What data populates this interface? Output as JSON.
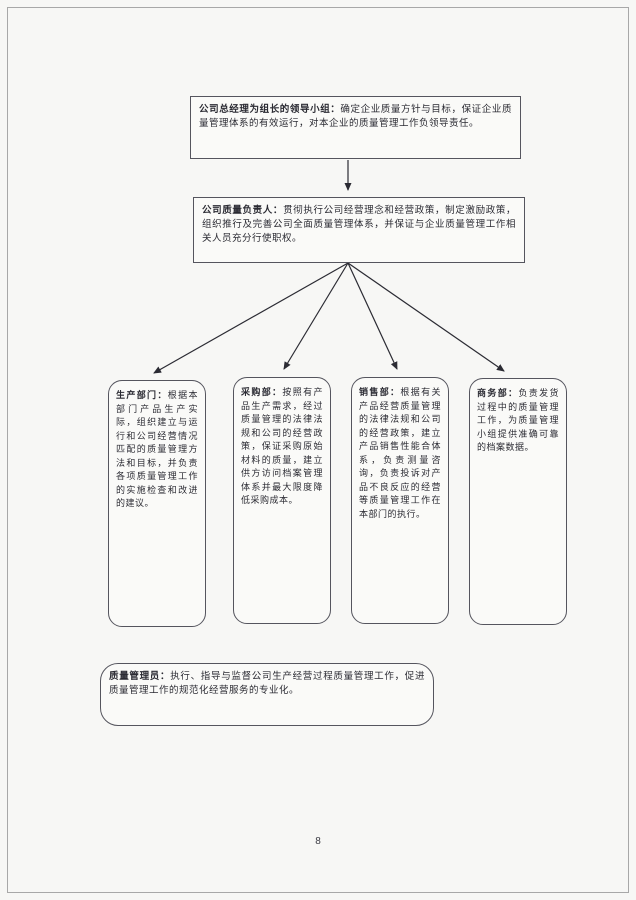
{
  "page": {
    "number": "8"
  },
  "flowchart": {
    "leader_group": {
      "title": "公司总经理为组长的领导小组：",
      "body": "确定企业质量方针与目标，保证企业质量管理体系的有效运行，对本企业的质量管理工作负领导责任。"
    },
    "quality_director": {
      "title": "公司质量负责人：",
      "body": "贯彻执行公司经营理念和经营政策，制定激励政策，组织推行及完善公司全面质量管理体系，并保证与企业质量管理工作相关人员充分行使职权。"
    },
    "departments": [
      {
        "title": "生产部门：",
        "body": "根据本部门产品生产实际，组织建立与运行和公司经营情况匹配的质量管理方法和目标，并负责各项质量管理工作的实施检查和改进的建议。"
      },
      {
        "title": "采购部：",
        "body": "按照有产品生产需求，经过质量管理的法律法规和公司的经营政策，保证采购原始材料的质量，建立供方访问档案管理体系并最大限度降低采购成本。"
      },
      {
        "title": "销售部：",
        "body": "根据有关产品经营质量管理的法律法规和公司的经营政策，建立产品销售性能合体系，负责测量咨询，负责投诉对产品不良反应的经营等质量管理工作在本部门的执行。"
      },
      {
        "title": "商务部：",
        "body": "负责发货过程中的质量管理工作，为质量管理小组提供准确可靠的档案数据。"
      }
    ],
    "quality_manager": {
      "title": "质量管理员：",
      "body": "执行、指导与监督公司生产经营过程质量管理工作，促进质量管理工作的规范化经营服务的专业化。"
    }
  }
}
